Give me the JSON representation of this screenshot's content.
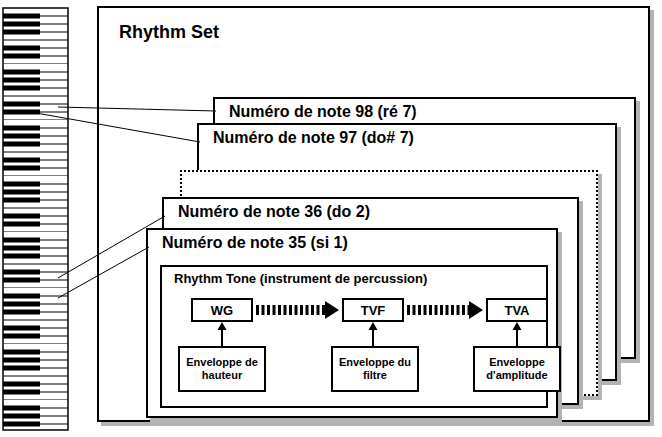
{
  "diagram": {
    "nodes": [
      {
        "text": [
          "Rhythm Set"
        ]
      },
      {
        "text": [
          "Numéro de note 98 (ré 7)"
        ],
        "in": 0
      },
      {
        "text": [
          "Numéro de note 97 (do# 7)"
        ],
        "in": 0
      },
      {
        "text": [
          "Numéro de note 36 (do 2)"
        ],
        "in": 0
      },
      {
        "text": [
          "Numéro de note 35 (si 1)"
        ],
        "in": 0
      },
      {
        "text": [
          "Rhythm Tone (instrument de percussion)"
        ],
        "in": 4
      },
      {
        "text": [
          "WG"
        ],
        "in": 5
      },
      {
        "text": [
          "TVF"
        ],
        "in": 5
      },
      {
        "text": [
          "TVA"
        ],
        "in": 5
      },
      {
        "text": [
          "Enveloppe de hauteur"
        ],
        "in": 5
      },
      {
        "text": [
          "Enveloppe du filtre"
        ],
        "in": 5
      },
      {
        "text": [
          "Enveloppe d'amplitude"
        ],
        "in": 5
      }
    ],
    "edges": [
      {
        "from": 6,
        "to": 7,
        "arrow": "to"
      },
      {
        "from": 7,
        "to": 8,
        "arrow": "to"
      },
      {
        "from": 9,
        "to": 6,
        "arrow": "to"
      },
      {
        "from": 10,
        "to": 7,
        "arrow": "to"
      },
      {
        "from": 11,
        "to": 8,
        "arrow": "to"
      }
    ]
  }
}
